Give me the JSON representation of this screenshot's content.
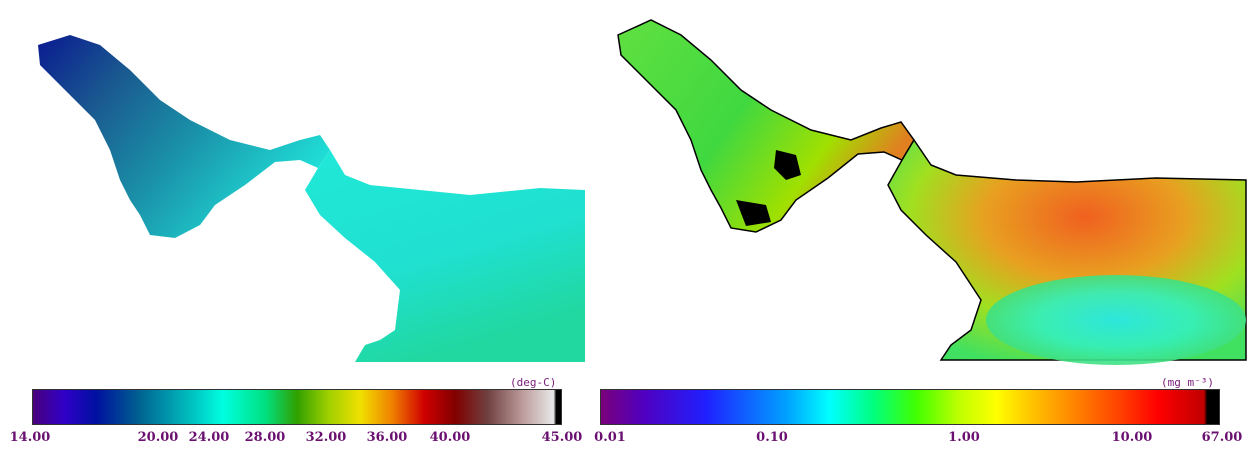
{
  "panels": {
    "sst": {
      "unit": "(deg-C)",
      "ticks": [
        "14.00",
        "20.00",
        "24.00",
        "28.00",
        "32.00",
        "36.00",
        "40.00",
        "45.00"
      ],
      "colorbar_stops": [
        "#4a007a",
        "#3000c8",
        "#0010a0",
        "#006090",
        "#00c0c0",
        "#00ffe0",
        "#00e080",
        "#30a000",
        "#a0d000",
        "#f0e000",
        "#f08000",
        "#d00000",
        "#800000",
        "#704040",
        "#c0a0a0",
        "#e8e8e8",
        "#000000"
      ]
    },
    "chl": {
      "unit": "(mg m⁻³)",
      "ticks": [
        "0.01",
        "0.10",
        "1.00",
        "10.00",
        "67.00"
      ],
      "colorbar_stops": [
        "#7a007a",
        "#5000c0",
        "#2020ff",
        "#00a0ff",
        "#00ffff",
        "#00ff80",
        "#40ff00",
        "#c0ff00",
        "#ffff00",
        "#ffc000",
        "#ff8000",
        "#ff4000",
        "#ff0000",
        "#c00000",
        "#000000"
      ]
    }
  }
}
